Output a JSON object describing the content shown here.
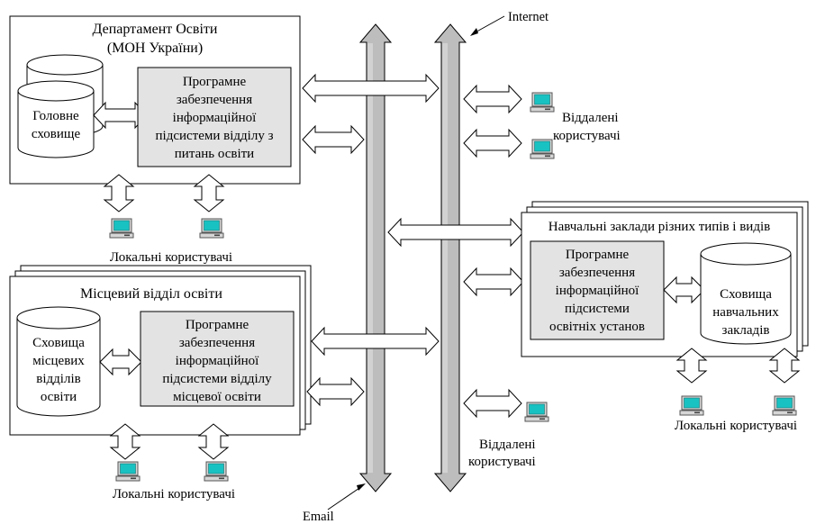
{
  "colors": {
    "stroke": "#000000",
    "box_fill": "#ffffff",
    "software_fill": "#e3e3e3",
    "bus_fill": "#bdbdbd",
    "bus_edge": "#a8a8a8",
    "monitor_screen": "#19c2c2",
    "monitor_body": "#d6d6d6"
  },
  "icons": {
    "computer": "computer-monitor-icon",
    "database": "cylinder-database-icon",
    "arrow": "double-headed-arrow-icon"
  },
  "labels": {
    "internet": "Internet",
    "email": "Email"
  },
  "department": {
    "title_line1": "Департамент Освіти",
    "title_line2": "(МОН України)",
    "storage_line1": "Головне",
    "storage_line2": "сховище",
    "software_lines": [
      "Програмне",
      "забезпечення",
      "інформаційної",
      "підсистеми відділу з",
      "питань освіти"
    ],
    "local_users": "Локальні користувачі"
  },
  "local_dept": {
    "title": "Місцевий відділ освіти",
    "storage_lines": [
      "Сховища",
      "місцевих",
      "відділів",
      "освіти"
    ],
    "software_lines": [
      "Програмне",
      "забезпечення",
      "інформаційної",
      "підсистеми відділу",
      "місцевої освіти"
    ],
    "local_users": "Локальні користувачі"
  },
  "schools": {
    "title": "Навчальні заклади різних типів і видів",
    "software_lines": [
      "Програмне",
      "забезпечення",
      "інформаційної",
      "підсистеми",
      "освітніх установ"
    ],
    "storage_lines": [
      "Сховища",
      "навчальних",
      "закладів"
    ],
    "local_users": "Локальні користувачі"
  },
  "remote_top": {
    "line1": "Віддалені",
    "line2": "користувачі"
  },
  "remote_bottom": {
    "line1": "Віддалені",
    "line2": "користувачі"
  }
}
